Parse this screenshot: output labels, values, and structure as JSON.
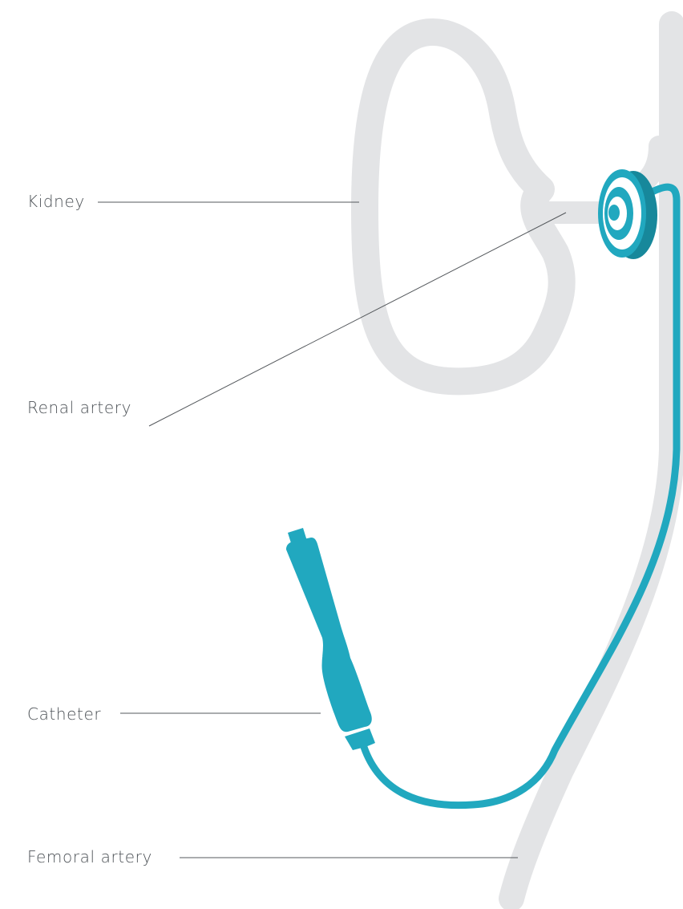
{
  "labels": {
    "kidney": "Kidney",
    "renal_artery": "Renal artery",
    "catheter": "Catheter",
    "femoral_artery": "Femoral artery"
  },
  "colors": {
    "anatomy_gray": "#e3e4e6",
    "catheter_teal": "#21a8bf",
    "catheter_teal_dark": "#17889b",
    "leader_line": "#54585c",
    "label_text": "#4d5257"
  }
}
